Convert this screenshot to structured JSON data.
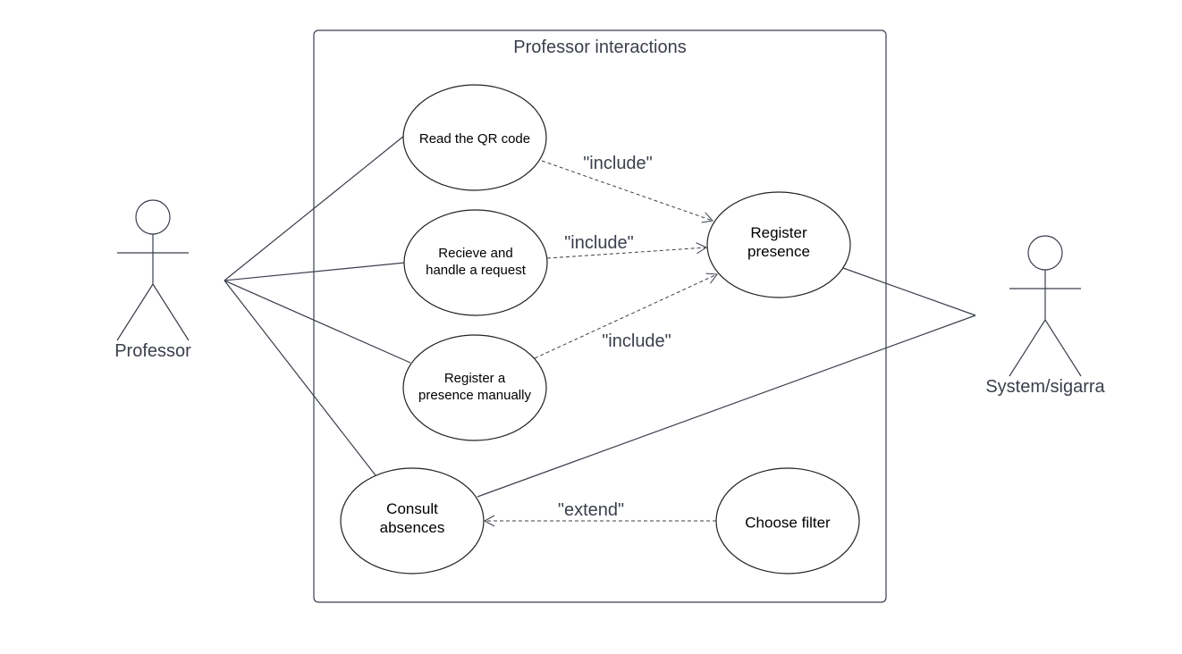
{
  "boundary": {
    "title": "Professor interactions"
  },
  "actors": {
    "professor": "Professor",
    "system": "System/sigarra"
  },
  "use_cases": {
    "read_qr": [
      "Read the QR code"
    ],
    "handle_request": [
      "Recieve and",
      "handle a request"
    ],
    "register_manual": [
      "Register a",
      "presence manually"
    ],
    "consult_absences": [
      "Consult",
      "absences"
    ],
    "register_presence": [
      "Register",
      "presence"
    ],
    "choose_filter": [
      "Choose filter"
    ]
  },
  "relations": {
    "include_1": "\"include\"",
    "include_2": "\"include\"",
    "include_3": "\"include\"",
    "extend_1": "\"extend\""
  }
}
